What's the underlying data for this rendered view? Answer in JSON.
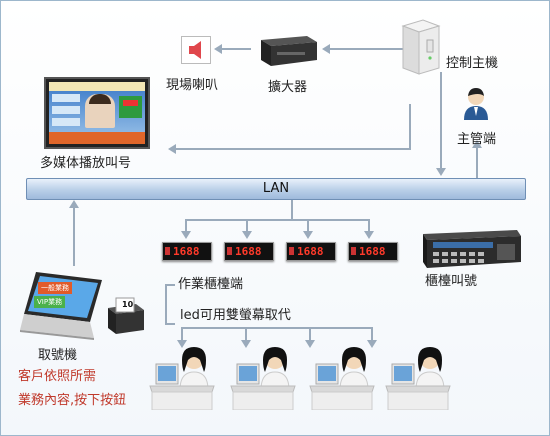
{
  "labels": {
    "speaker": "現場喇叭",
    "amplifier": "擴大器",
    "control_host": "控制主機",
    "supervisor": "主管端",
    "multimedia": "多媒体播放叫号",
    "lan": "LAN",
    "counter_terminal": "作業櫃檯端",
    "led_note": "led可用雙螢幕取代",
    "counter_call": "櫃檯叫號",
    "ticket_machine": "取號機",
    "customer_line1": "客戶依照所需",
    "customer_line2": "業務內容,按下按鈕"
  },
  "led_displays": [
    "1688",
    "1688",
    "1688",
    "1688"
  ],
  "ticket_number": "10",
  "kiosk_buttons": [
    "一般業務",
    "VIP業務"
  ],
  "colors": {
    "lan_bar": "#b9cfe8",
    "led_digits": "#ff3a2a",
    "connector": "#9aaabb",
    "highlight_text": "#c0392b"
  }
}
